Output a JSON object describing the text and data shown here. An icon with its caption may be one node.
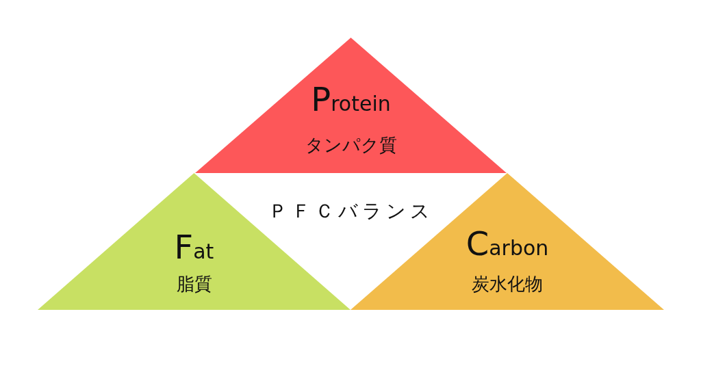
{
  "diagram": {
    "nodes": [
      {
        "text": [
          "Protein",
          "タンパク質"
        ]
      },
      {
        "text": [
          "Fat",
          "脂質"
        ]
      },
      {
        "text": [
          "Carbon",
          "炭水化物"
        ]
      }
    ],
    "edges": [],
    "labels": [
      "ＰＦＣバランス"
    ]
  }
}
